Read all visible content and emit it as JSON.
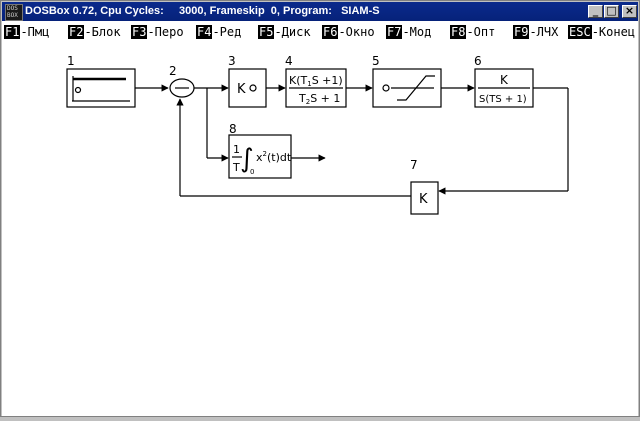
{
  "window": {
    "title": "DOSBox 0.72, Cpu Cycles:     3000, Frameskip  0, Program:   SIAM-S",
    "icon_text": [
      "DOS",
      "BOX"
    ]
  },
  "menu": [
    {
      "key": "F1",
      "label": "-Пмц"
    },
    {
      "key": "F2",
      "label": "-Блок"
    },
    {
      "key": "F3",
      "label": "-Перо"
    },
    {
      "key": "F4",
      "label": "-Ред"
    },
    {
      "key": "F5",
      "label": "-Диск"
    },
    {
      "key": "F6",
      "label": "-Окно"
    },
    {
      "key": "F7",
      "label": "-Мод"
    },
    {
      "key": "F8",
      "label": "-Опт"
    },
    {
      "key": "F9",
      "label": "-ЛЧХ"
    },
    {
      "key": "ESC",
      "label": "-Конец"
    }
  ],
  "diagram": {
    "block_numbers": [
      "1",
      "2",
      "3",
      "4",
      "5",
      "6",
      "7",
      "8"
    ],
    "block3_label": "K",
    "block4_num": "K(T",
    "block4_sub1": "1",
    "block4_rest": "S +1)",
    "block4_den": "T",
    "block4_sub2": "2",
    "block4_den_rest": "S + 1",
    "block6_num": "K",
    "block6_den": "S(TS + 1)",
    "block7_label": "K",
    "block8_frac_num": "1",
    "block8_frac_den": "T",
    "block8_integral": "∫",
    "block8_lower": "0",
    "block8_expr": "x",
    "block8_exp": "2",
    "block8_rest": "(t)dt"
  }
}
